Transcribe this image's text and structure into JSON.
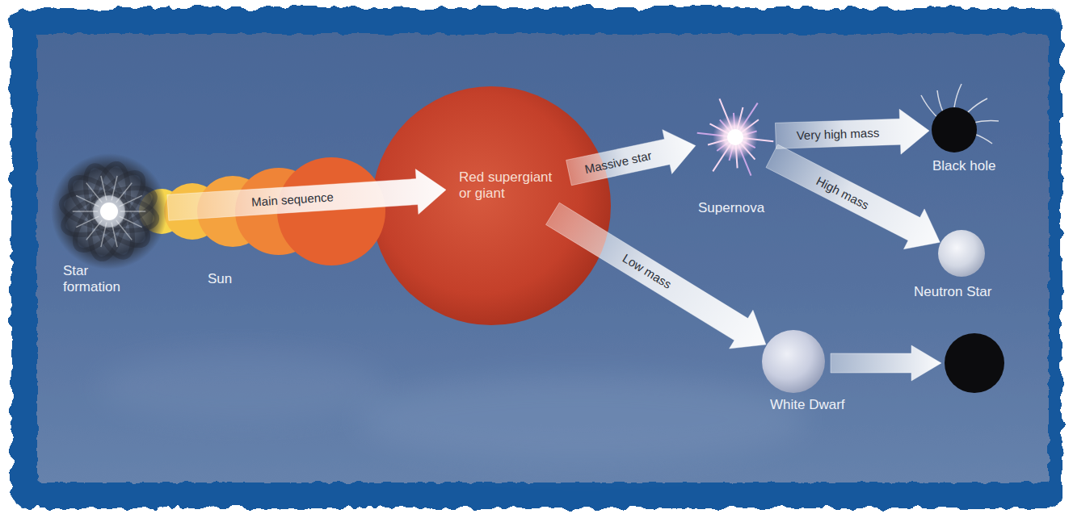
{
  "diagram": {
    "nodes": [
      {
        "text": [
          "Star formation"
        ]
      },
      {
        "text": [
          "Sun"
        ]
      },
      {
        "text": [
          "Red supergiant or giant"
        ]
      },
      {
        "text": [
          "Supernova"
        ]
      },
      {
        "text": [
          "Black hole"
        ]
      },
      {
        "text": [
          "Neutron Star"
        ]
      },
      {
        "text": [
          "White Dwarf"
        ]
      }
    ],
    "edges": [
      {
        "from": 0,
        "to": 2,
        "label": "Main sequence",
        "arrow": "to"
      },
      {
        "from": 2,
        "to": 3,
        "label": "Massive star",
        "arrow": "to"
      },
      {
        "from": 3,
        "to": 4,
        "label": "Very high mass",
        "arrow": "to"
      },
      {
        "from": 3,
        "to": 5,
        "label": "High mass",
        "arrow": "to"
      },
      {
        "from": 2,
        "to": 6,
        "label": "Low mass",
        "arrow": "to"
      }
    ]
  }
}
